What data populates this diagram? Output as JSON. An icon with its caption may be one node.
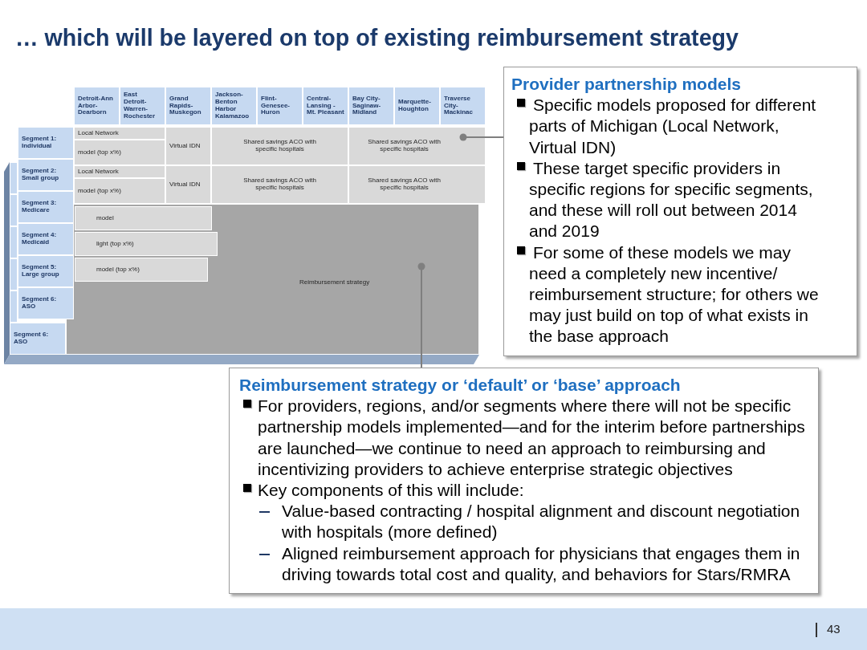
{
  "diagram": {
    "title": "… which will be layered on top of existing reimbursement strategy",
    "nodes": [
      {
        "text": [
          "Detroit-Ann Arbor-Dearborn"
        ]
      },
      {
        "text": [
          "East Detroit-Warren-Rochester"
        ]
      },
      {
        "text": [
          "Grand Rapids-Muskegon"
        ]
      },
      {
        "text": [
          "Jackson-Benton Harbor Kalamazoo"
        ]
      },
      {
        "text": [
          "Flint-Genesee-Huron"
        ]
      },
      {
        "text": [
          "Central-Lansing - Mt. Pleasant"
        ]
      },
      {
        "text": [
          "Bay City-Saginaw-Midland"
        ]
      },
      {
        "text": [
          "Marquette-Houghton"
        ]
      },
      {
        "text": [
          "Traverse City-Mackinac"
        ]
      },
      {
        "text": [
          "Segment 1: Individual"
        ]
      },
      {
        "text": [
          "Segment 2: Small group"
        ]
      },
      {
        "text": [
          "Segment 3: Medicare"
        ]
      },
      {
        "text": [
          "Segment 4: Medicaid"
        ]
      },
      {
        "text": [
          "Segment 5: Large group"
        ]
      },
      {
        "text": [
          "Segment 6: ASO"
        ]
      },
      {
        "text": [],
        "shape": "box"
      },
      {
        "text": [],
        "shape": "box"
      },
      {
        "text": [],
        "shape": "box"
      },
      {
        "text": [],
        "shape": "box"
      },
      {
        "text": [],
        "shape": "box"
      },
      {
        "text": [
          "Segment 6: ASO"
        ]
      },
      {
        "text": [
          "Local Network"
        ]
      },
      {
        "text": [
          "model (top x%)"
        ]
      },
      {
        "text": [
          "Virtual IDN"
        ]
      },
      {
        "text": [
          "Shared savings ACO with specific hospitals"
        ]
      },
      {
        "text": [
          "Shared savings ACO with specific hospitals"
        ]
      },
      {
        "text": [
          "Local Network"
        ]
      },
      {
        "text": [
          "model (top x%)"
        ]
      },
      {
        "text": [
          "Virtual IDN"
        ]
      },
      {
        "text": [
          "Shared savings ACO with specific hospitals"
        ]
      },
      {
        "text": [
          "Shared savings ACO with specific hospitals"
        ]
      },
      {
        "text": [
          "model"
        ],
        "in": 34
      },
      {
        "text": [
          "light (top x%)"
        ],
        "in": 34
      },
      {
        "text": [
          "model (top x%)"
        ],
        "in": 34
      },
      {
        "text": [
          "Reimbursement strategy"
        ]
      },
      {
        "text": [
          "Provider partnership models",
          "Specific models proposed for different parts of Michigan (Local Network, Virtual IDN)",
          "These target specific providers in specific regions for specific segments, and these will roll out between 2014 and 2019",
          "For some of these models we may need a completely new incentive/ reimbursement structure; for others we may just build on top of what exists in the base approach"
        ]
      },
      {
        "text": [
          "Reimbursement strategy or ‘default’ or ‘base’ approach",
          "For providers, regions, and/or segments where there will not be specific partnership models implemented—and for the interim before partnerships are launched—we continue to need an approach to reimbursing and incentivizing providers to achieve enterprise strategic objectives",
          "Key components of this will include:",
          "Value-based contracting / hospital alignment and discount negotiation with hospitals (more defined)",
          "Aligned reimbursement approach for physicians that engages them in driving towards total cost and quality, and behaviors for Stars/RMRA"
        ]
      }
    ],
    "edges": [
      {
        "from": 35,
        "to": 25,
        "arrow": "other"
      },
      {
        "from": 36,
        "to": 34,
        "arrow": "other"
      }
    ],
    "labels": [
      "43"
    ]
  }
}
